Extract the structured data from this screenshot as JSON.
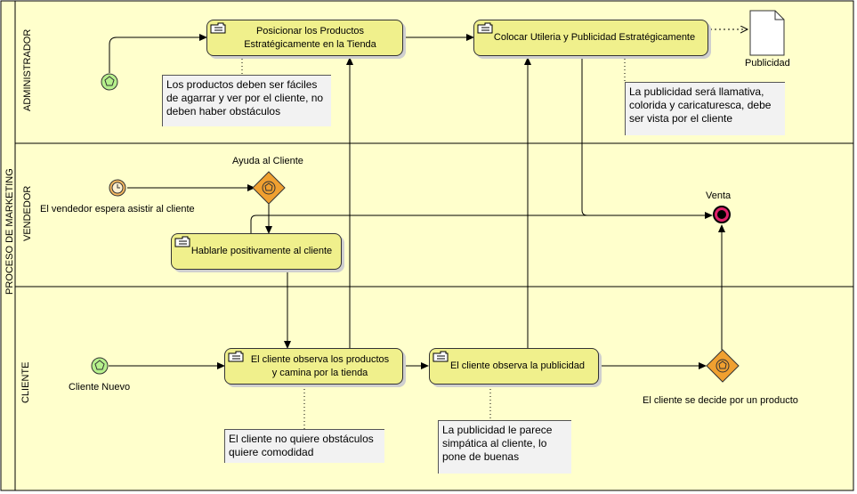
{
  "pool": {
    "title": "PROCESO DE MARKETING"
  },
  "lanes": [
    {
      "label": "ADMINISTRADOR"
    },
    {
      "label": "VENDEDOR"
    },
    {
      "label": "CLIENTE"
    }
  ],
  "tasks": {
    "posicionar": "Posicionar los Productos Estratégicamente en la Tienda",
    "posicionar_l1": "Posicionar los Productos",
    "posicionar_l2": "Estratégicamente en la Tienda",
    "colocar": "Colocar Utileria y Publicidad Estratégicamente",
    "hablarle": "Hablarle positivamente al cliente",
    "observa_prod_l1": "El cliente observa los productos",
    "observa_prod_l2": "y camina por la tienda",
    "observa_pub": "El cliente observa la publicidad"
  },
  "annotations": {
    "admin_note_l1": "Los productos deben ser fáciles",
    "admin_note_l2": "de agarrar y ver por el cliente, no",
    "admin_note_l3": "deben haber obstáculos",
    "pub_note_l1": "La publicidad será llamativa,",
    "pub_note_l2": "colorida y caricaturesca, debe",
    "pub_note_l3": "ser vista por el cliente",
    "cliente_note_l1": "El cliente no quiere obstáculos",
    "cliente_note_l2": "quiere comodidad",
    "simpatica_l1": "La publicidad le parece",
    "simpatica_l2": "simpática al cliente, lo",
    "simpatica_l3": "pone de buenas"
  },
  "labels": {
    "publicidad": "Publicidad",
    "ayuda": "Ayuda al Cliente",
    "vendedor_espera": "El vendedor espera asistir al cliente",
    "venta": "Venta",
    "cliente_nuevo": "Cliente Nuevo",
    "decide": "El cliente se decide por un producto"
  },
  "colors": {
    "task_fill": "#f0f08c",
    "lane_fill": "#ffffcc",
    "start_event": "#b6f08c",
    "gateway": "#f0a030",
    "end_event": "#e0206a"
  }
}
